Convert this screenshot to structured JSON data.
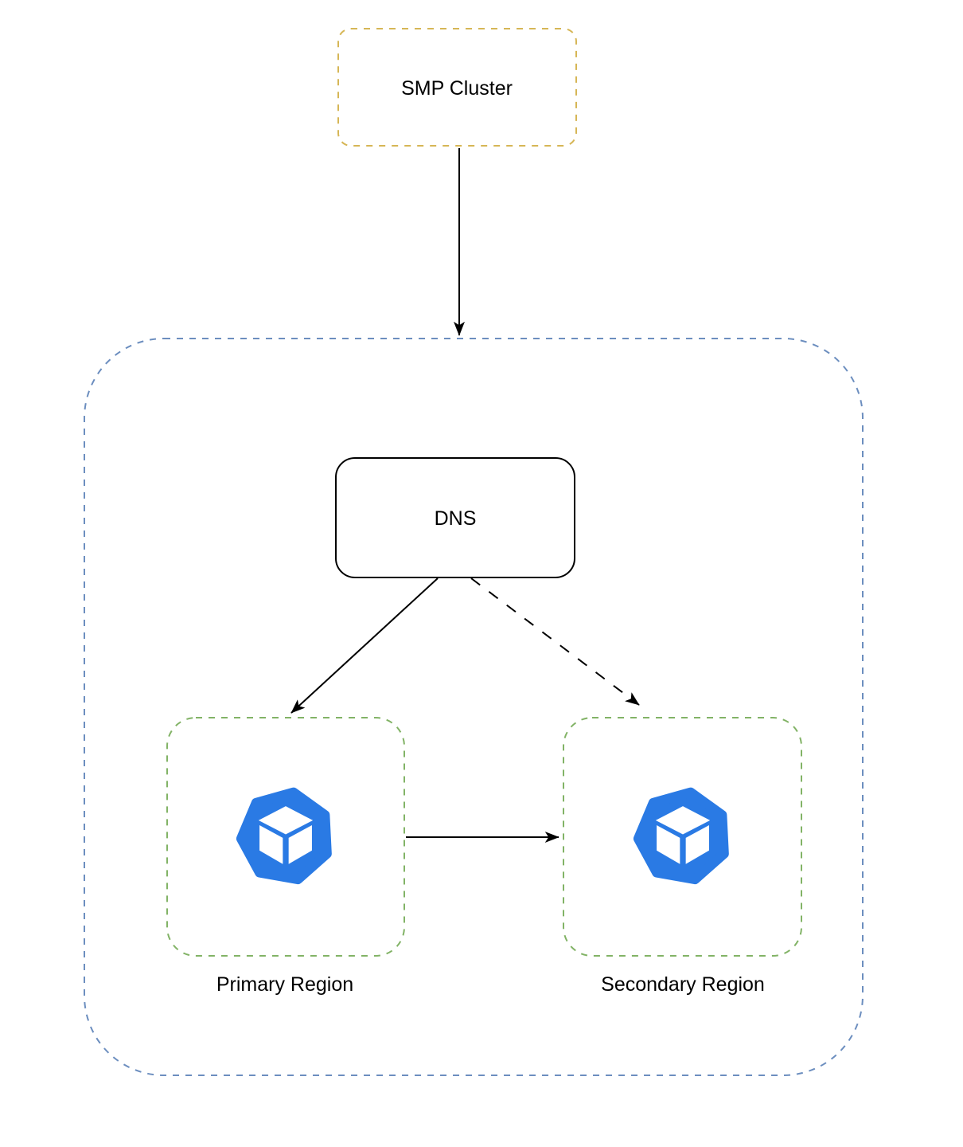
{
  "diagram": {
    "nodes": {
      "smp_cluster": {
        "label": "SMP Cluster"
      },
      "dns": {
        "label": "DNS"
      },
      "primary_region": {
        "label": "Primary Region",
        "icon": "cube-node-icon"
      },
      "secondary_region": {
        "label": "Secondary Region",
        "icon": "cube-node-icon"
      }
    },
    "edges": [
      {
        "from": "smp_cluster",
        "to": "region_group",
        "style": "solid-arrow"
      },
      {
        "from": "dns",
        "to": "primary_region",
        "style": "solid-arrow"
      },
      {
        "from": "dns",
        "to": "secondary_region",
        "style": "dashed-arrow"
      },
      {
        "from": "primary_region",
        "to": "secondary_region",
        "style": "solid-arrow"
      }
    ],
    "colors": {
      "smp_border": "#D6B656",
      "group_border": "#6C8EBF",
      "region_border": "#82B366",
      "dns_border": "#000000",
      "icon_blue": "#2A7AE4",
      "icon_cube": "#FFFFFF",
      "arrow": "#000000",
      "text": "#000000",
      "background": "#FFFFFF"
    }
  }
}
